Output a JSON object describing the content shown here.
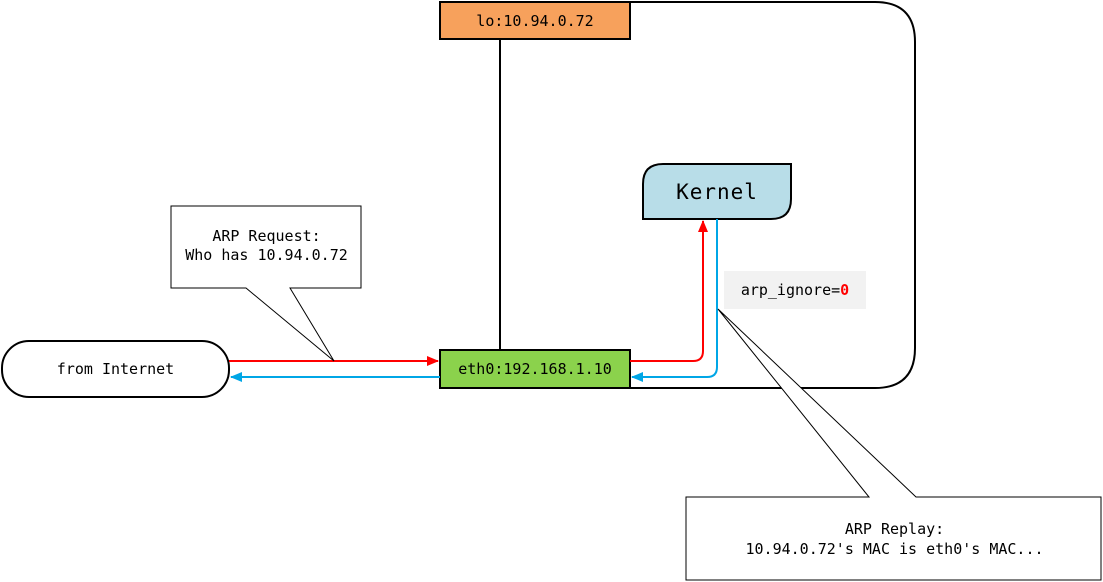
{
  "colors": {
    "lo_fill": "#f7a15c",
    "eth_fill": "#8bd24c",
    "kernel_fill": "#b8dde8",
    "request_arrow": "#ff0000",
    "reply_arrow": "#00a6e6",
    "highlight_value": "#ff0000"
  },
  "lo": {
    "label": "lo:10.94.0.72"
  },
  "eth0": {
    "label": "eth0:192.168.1.10"
  },
  "kernel": {
    "label": "Kernel"
  },
  "internet": {
    "label": "from Internet"
  },
  "arp_ignore": {
    "key": "arp_ignore=",
    "value": "0"
  },
  "request_note": {
    "line1": "ARP Request:",
    "line2": "Who has 10.94.0.72"
  },
  "reply_note": {
    "line1": "ARP Replay:",
    "line2": "10.94.0.72's MAC is eth0's MAC..."
  }
}
